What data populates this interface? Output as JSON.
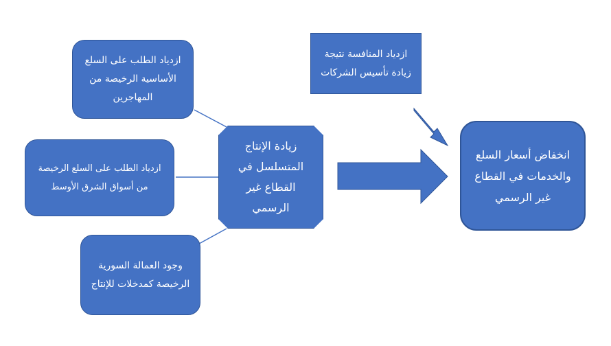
{
  "diagram": {
    "box_demand_migrants": "ازدياد الطلب على السلع الأساسية الرخيصة من المهاجرين",
    "box_demand_middle_east": "ازدياد الطلب على السلع الرخيصة من أسواق الشرق الأوسط",
    "box_syrian_labor": "وجود العمالة السورية الرخيصة كمدخلات للإنتاج",
    "box_central": "زيادة الإنتاج المتسلسل في القطاع غير الرسمي",
    "box_competition": "ازدياد المنافسة نتيجة زيادة تأسيس الشركات",
    "box_result": "انخفاض أسعار السلع والخدمات في القطاع غير الرسمي"
  },
  "colors": {
    "box_fill": "#4472c4",
    "box_border": "#2f5597",
    "text": "#ffffff"
  }
}
